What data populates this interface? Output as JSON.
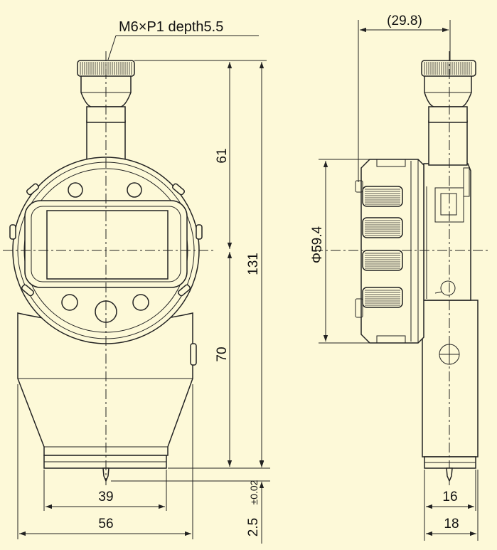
{
  "labels": {
    "thread": "M6×P1 depth5.5",
    "d_height_top": "61",
    "d_height_total": "131",
    "d_height_bottom": "70",
    "d_width_39": "39",
    "d_width_56": "56",
    "d_tip": "2.5",
    "d_tip_tol": "±0.02",
    "d_diameter": "Φ59.4",
    "d_offset": "(29.8)",
    "d_side_16": "16",
    "d_side_18": "18"
  },
  "colors": {
    "background": "#fdf9d8",
    "line": "#222222"
  }
}
